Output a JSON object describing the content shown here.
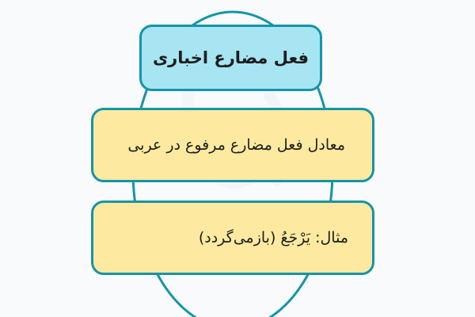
{
  "diagram": {
    "title": "فعل مضارع اخباری",
    "definition": "معادل فعل مضارع مرفوع در عربی",
    "example": "مثال: یَرْجَعُ (بازمی‌گردد)"
  },
  "colors": {
    "title_fill": "#a6e5f1",
    "box_fill": "#fdeaa0",
    "border": "#1594a9",
    "background": "#f8fafb"
  }
}
